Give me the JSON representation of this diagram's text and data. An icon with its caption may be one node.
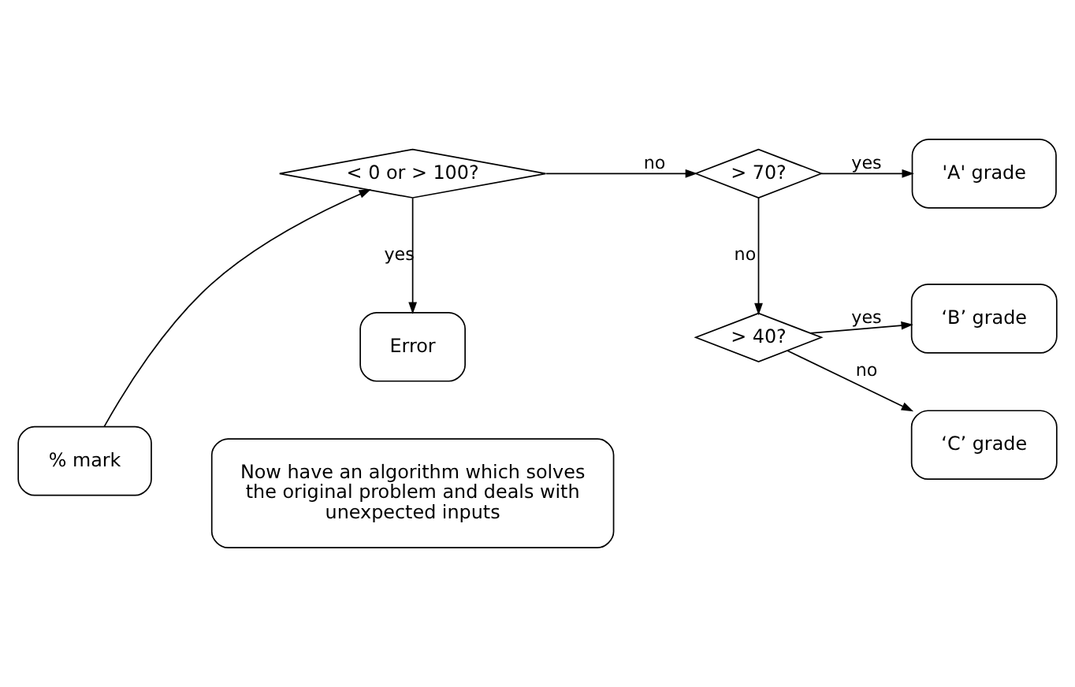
{
  "diagram": {
    "nodes": [
      {
        "text": [
          "% mark"
        ]
      },
      {
        "text": [
          "< 0 or > 100?"
        ]
      },
      {
        "text": [
          "> 70?"
        ]
      },
      {
        "text": [
          "'A' grade"
        ]
      },
      {
        "text": [
          "Error"
        ]
      },
      {
        "text": [
          "> 40?"
        ]
      },
      {
        "text": [
          "‘B’ grade"
        ]
      },
      {
        "text": [
          "‘C’ grade"
        ]
      },
      {
        "text": [
          "Now have an algorithm which solves the original problem and deals with unexpected inputs"
        ]
      }
    ],
    "edges": [
      {
        "from": 0,
        "to": 1,
        "arrow": "to"
      },
      {
        "from": 1,
        "to": 2,
        "label": "no",
        "arrow": "to"
      },
      {
        "from": 1,
        "to": 4,
        "label": "yes",
        "arrow": "to"
      },
      {
        "from": 2,
        "to": 3,
        "label": "yes",
        "arrow": "to"
      },
      {
        "from": 2,
        "to": 5,
        "label": "no",
        "arrow": "to"
      },
      {
        "from": 5,
        "to": 6,
        "label": "yes",
        "arrow": "to"
      },
      {
        "from": 5,
        "to": 7,
        "label": "no",
        "arrow": "to"
      }
    ]
  }
}
